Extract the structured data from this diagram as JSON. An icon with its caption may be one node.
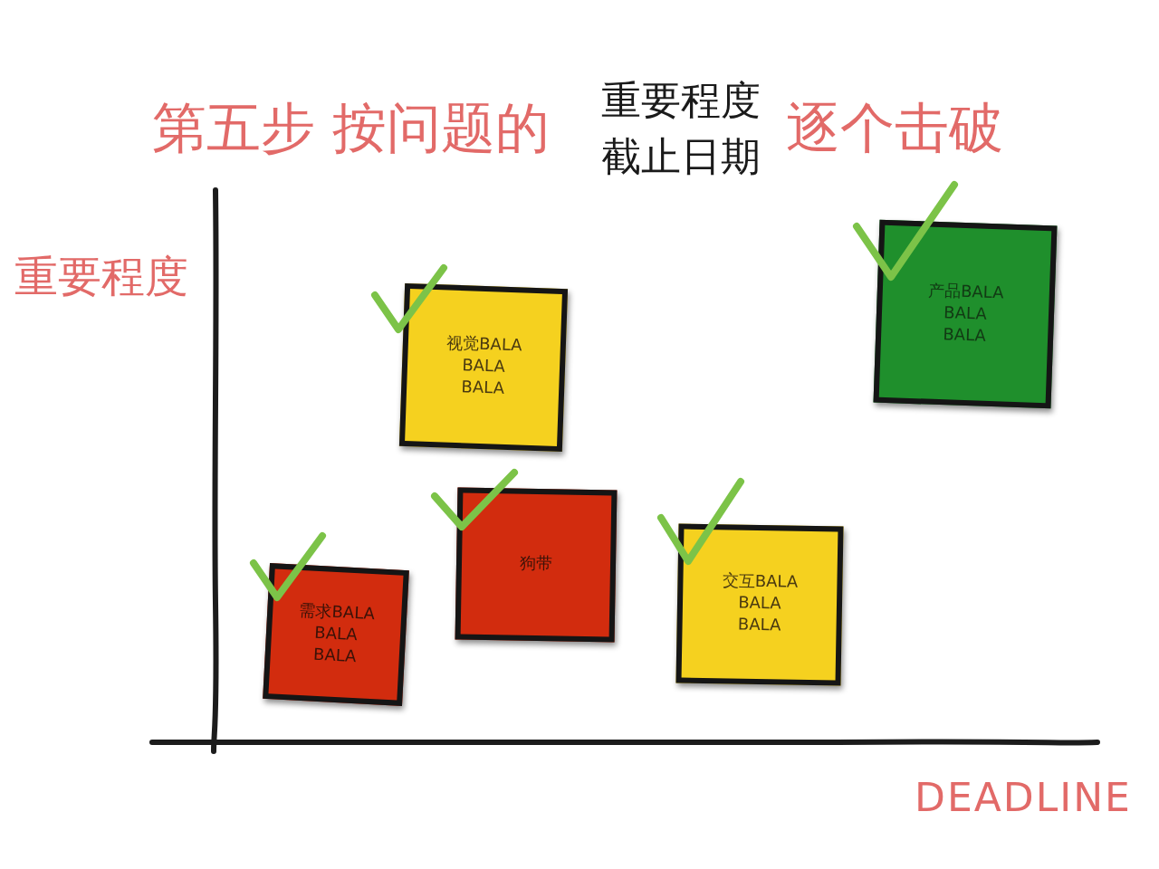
{
  "diagram": {
    "title": "第五步 按问题的",
    "nodes": [
      {
        "text": [
          "视觉BALA BALA BALA"
        ]
      },
      {
        "text": [
          "产品BALA BALA BALA"
        ]
      },
      {
        "text": [
          "需求BALA BALA BALA"
        ]
      },
      {
        "text": [
          "狗带"
        ]
      },
      {
        "text": [
          "交互BALA BALA BALA"
        ]
      }
    ],
    "labels": [
      "重要程度",
      "截止日期",
      "逐个击破",
      "重要程度",
      "DEADLINE"
    ]
  }
}
